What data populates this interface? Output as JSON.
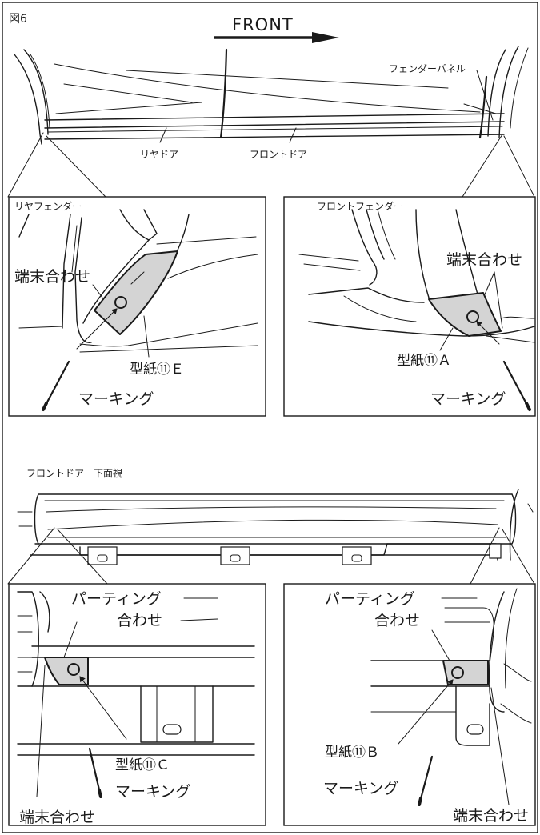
{
  "figure_label": "図6",
  "direction_label": "FRONT",
  "colors": {
    "line": "#1a1a1a",
    "template_fill": "#d4d4d4",
    "background": "#ffffff"
  },
  "top_view": {
    "fender_panel": "フェンダーパネル",
    "rear_door": "リヤドア",
    "front_door": "フロントドア"
  },
  "rear_fender_detail": {
    "title": "リヤフェンダー",
    "edge_align": "端末合わせ",
    "template": "型紙⑪Ｅ",
    "marking": "マーキング"
  },
  "front_fender_detail": {
    "title": "フロントフェンダー",
    "edge_align": "端末合わせ",
    "template": "型紙⑪Ａ",
    "marking": "マーキング"
  },
  "door_bottom_view": {
    "title": "フロントドア　下面視"
  },
  "door_rear_detail": {
    "parting_line1": "パーティング",
    "parting_line2": "合わせ",
    "template": "型紙⑪Ｃ",
    "marking": "マーキング",
    "edge_align": "端末合わせ"
  },
  "door_front_detail": {
    "parting_line1": "パーティング",
    "parting_line2": "合わせ",
    "template": "型紙⑪Ｂ",
    "marking": "マーキング",
    "edge_align": "端末合わせ"
  }
}
